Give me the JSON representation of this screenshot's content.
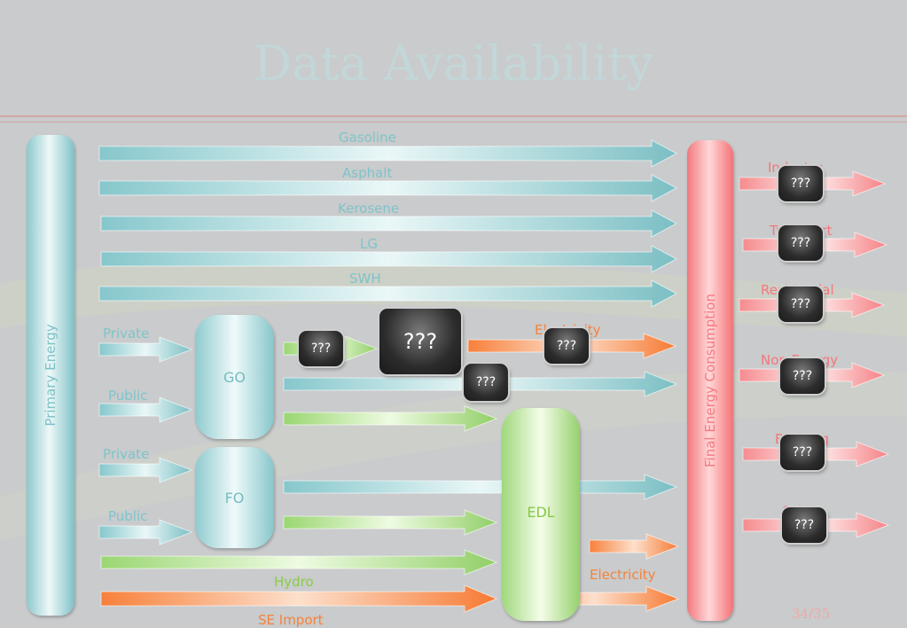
{
  "title": "Data Availability",
  "primary_label": "Primary Energy",
  "final_label": "Final Energy Consumption",
  "nodes": {
    "go": "GO",
    "fo": "FO",
    "edl": "EDL"
  },
  "products": [
    "Gasoline",
    "Asphalt",
    "Kerosene",
    "LG",
    "SWH"
  ],
  "private_label": "Private",
  "public_label": "Public",
  "electricity_label": "Electricity",
  "hydro_label": "Hydro",
  "se_import_label": "SE Import",
  "sectors": [
    "Industry",
    "Transport",
    "Residential",
    "Non Energy",
    "Building",
    "Other"
  ],
  "unknown": "???",
  "page_number": "34/35",
  "colors": {
    "teal": "#7fc4ca",
    "green": "#8acb4a",
    "orange": "#f7823a",
    "pink": "#f4777b"
  }
}
